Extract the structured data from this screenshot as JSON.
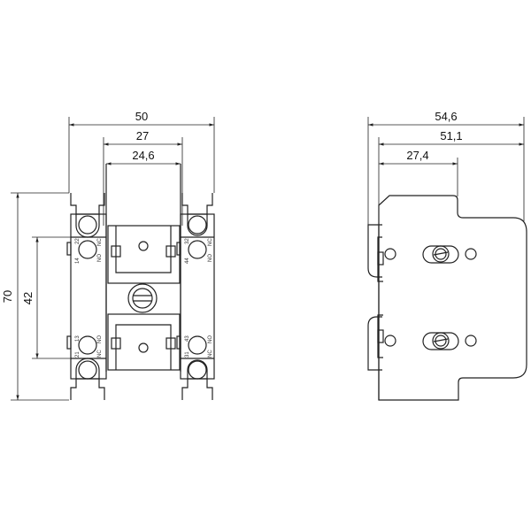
{
  "front_view": {
    "dimensions": {
      "width_overall": "50",
      "width_middle": "27",
      "width_inner": "24,6",
      "height_overall": "70",
      "height_contacts": "42"
    },
    "terminal_labels": {
      "left_top": [
        "22",
        "14",
        "NC",
        "NO"
      ],
      "left_bottom": [
        "13",
        "21",
        "NO",
        "NC"
      ],
      "right_top": [
        "32",
        "44",
        "NC",
        "NO"
      ],
      "right_bottom": [
        "43",
        "31",
        "NO",
        "NC"
      ]
    }
  },
  "side_view": {
    "dimensions": {
      "depth_overall": "54,6",
      "depth_plate": "51,1",
      "depth_step": "27,4"
    }
  },
  "colors": {
    "line": "#222222",
    "background": "#ffffff"
  }
}
